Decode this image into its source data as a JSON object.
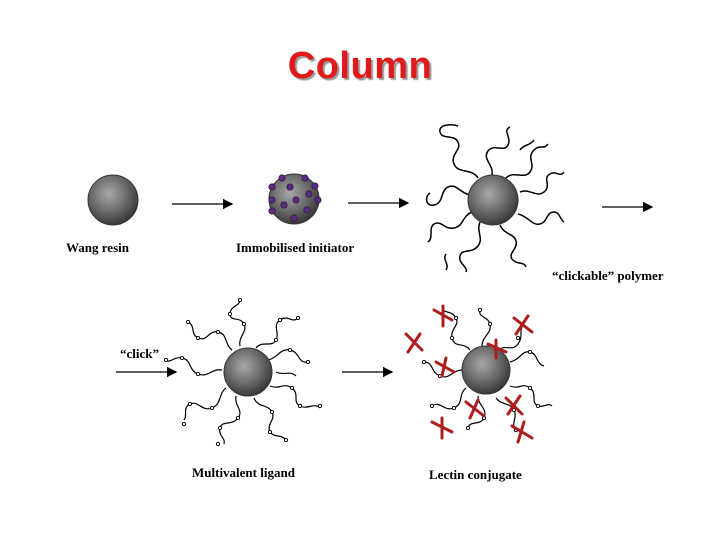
{
  "title": "Column",
  "labels": {
    "wang_resin": "Wang resin",
    "immobilised_initiator": "Immobilised initiator",
    "clickable_polymer": "“clickable” polymer",
    "click": "“click”",
    "multivalent_ligand": "Multivalent ligand",
    "lectin_conjugate": "Lectin conjugate"
  },
  "colors": {
    "title": "#e01a1a",
    "bead": "#666666",
    "initiator_dot": "#5a2d82",
    "lectin_cross": "#b01c1c"
  }
}
